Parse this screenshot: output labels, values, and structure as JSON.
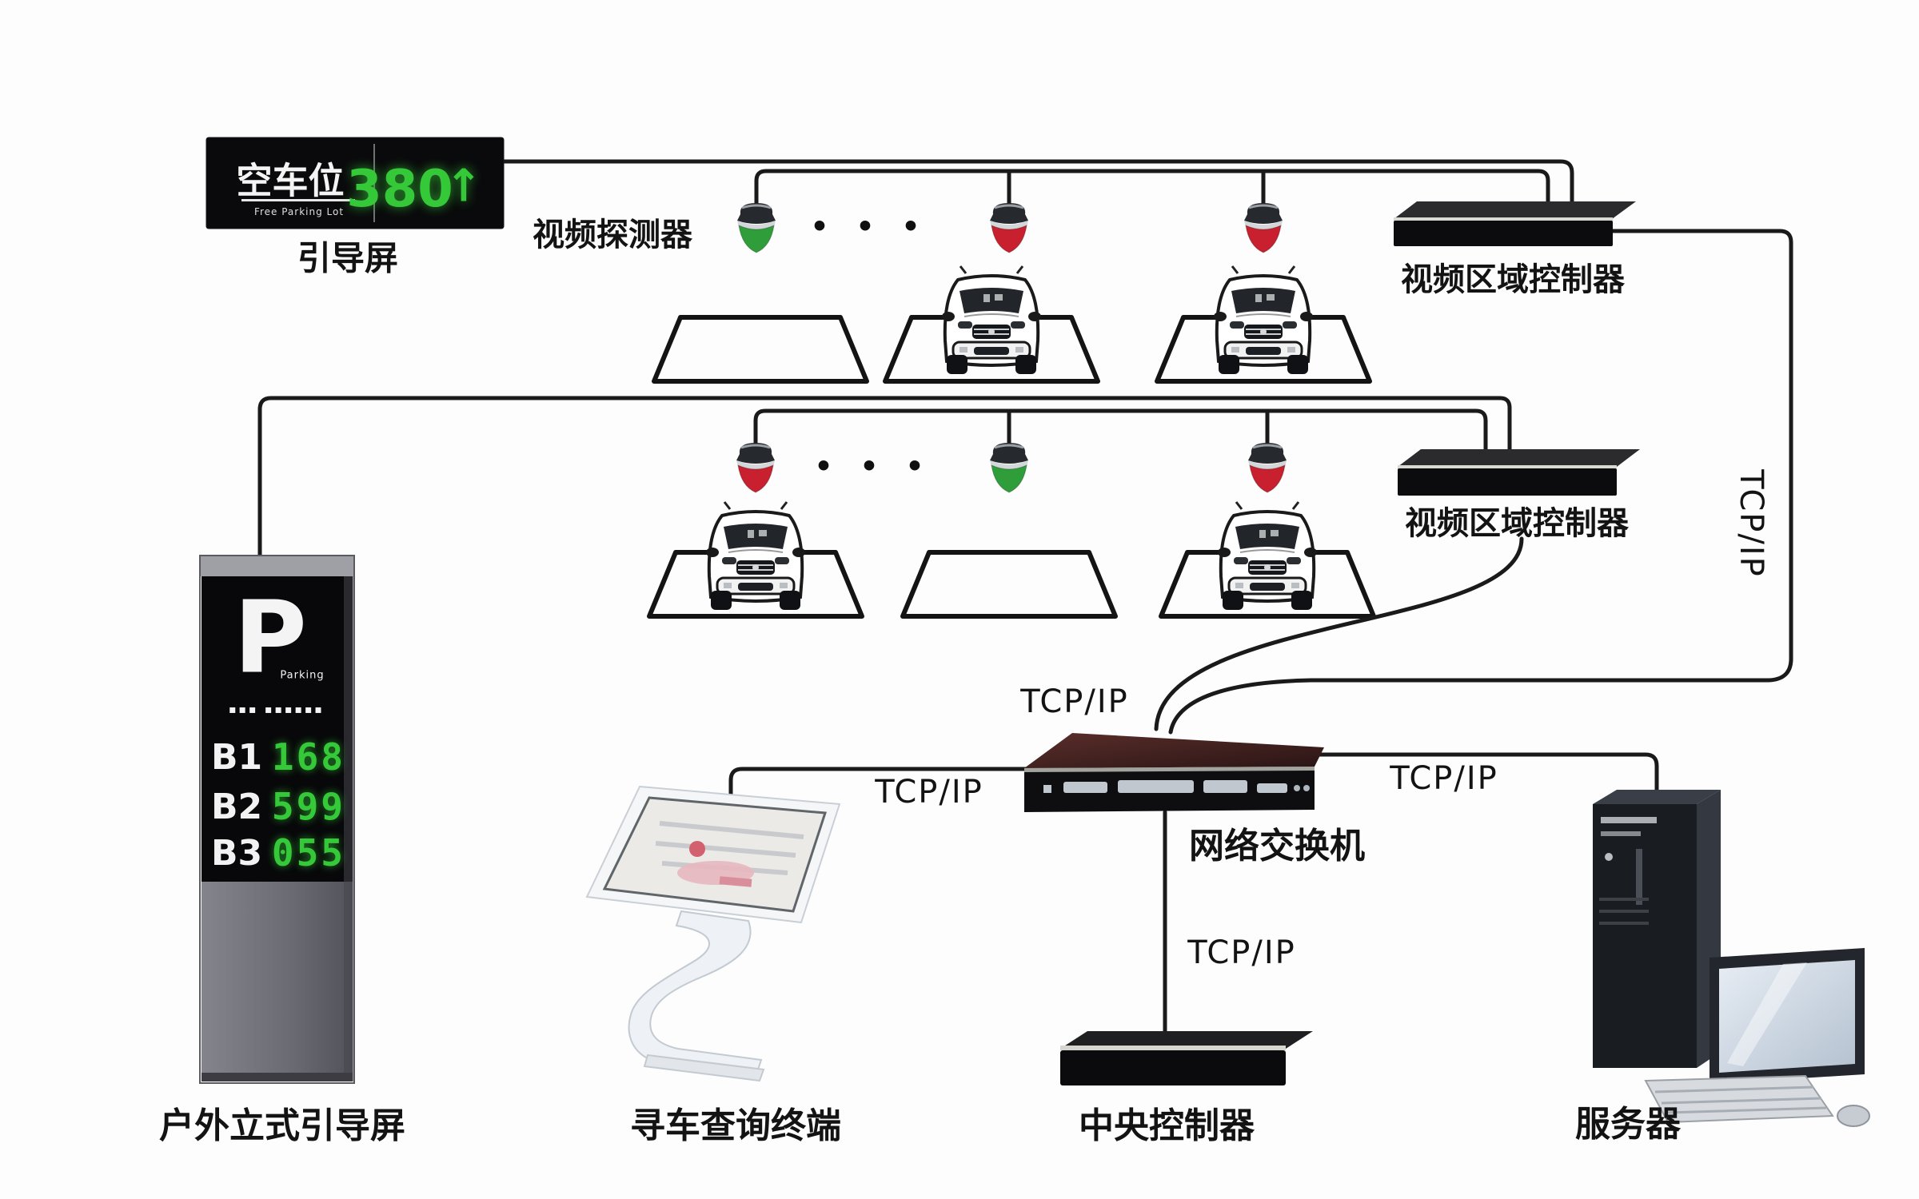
{
  "display": {
    "zone": "空车位",
    "zone_sub": "Free Parking Lot",
    "count": "380",
    "arrow": "↑",
    "caption": "引导屏"
  },
  "row1": {
    "detector_label": "视频探测器",
    "dots": "•••",
    "controller_label": "视频区域控制器"
  },
  "row2": {
    "dots": "•••",
    "controller_label": "视频区域控制器"
  },
  "tcp": {
    "vertical": "TCP/IP",
    "above_switch": "TCP/IP",
    "left_of_switch": "TCP/IP",
    "right_of_switch": "TCP/IP",
    "below_switch": "TCP/IP"
  },
  "switch_label": "网络交换机",
  "pillar": {
    "p": "P",
    "p_sub": "Parking",
    "info_row": "▪▪▪  ▪▪▪▪▪▪",
    "rows": [
      {
        "floor": "B1",
        "count": "168"
      },
      {
        "floor": "B2",
        "count": "599"
      },
      {
        "floor": "B3",
        "count": "055"
      }
    ],
    "caption": "户外立式引导屏"
  },
  "kiosk_caption": "寻车查询终端",
  "controller_caption": "中央控制器",
  "server_caption": "服务器",
  "colors": {
    "led_green": "#35c838",
    "detector_green": "#2f9e3a",
    "detector_red": "#c8202e",
    "line": "#1a1a1a",
    "switch_top": "#4a2828"
  }
}
